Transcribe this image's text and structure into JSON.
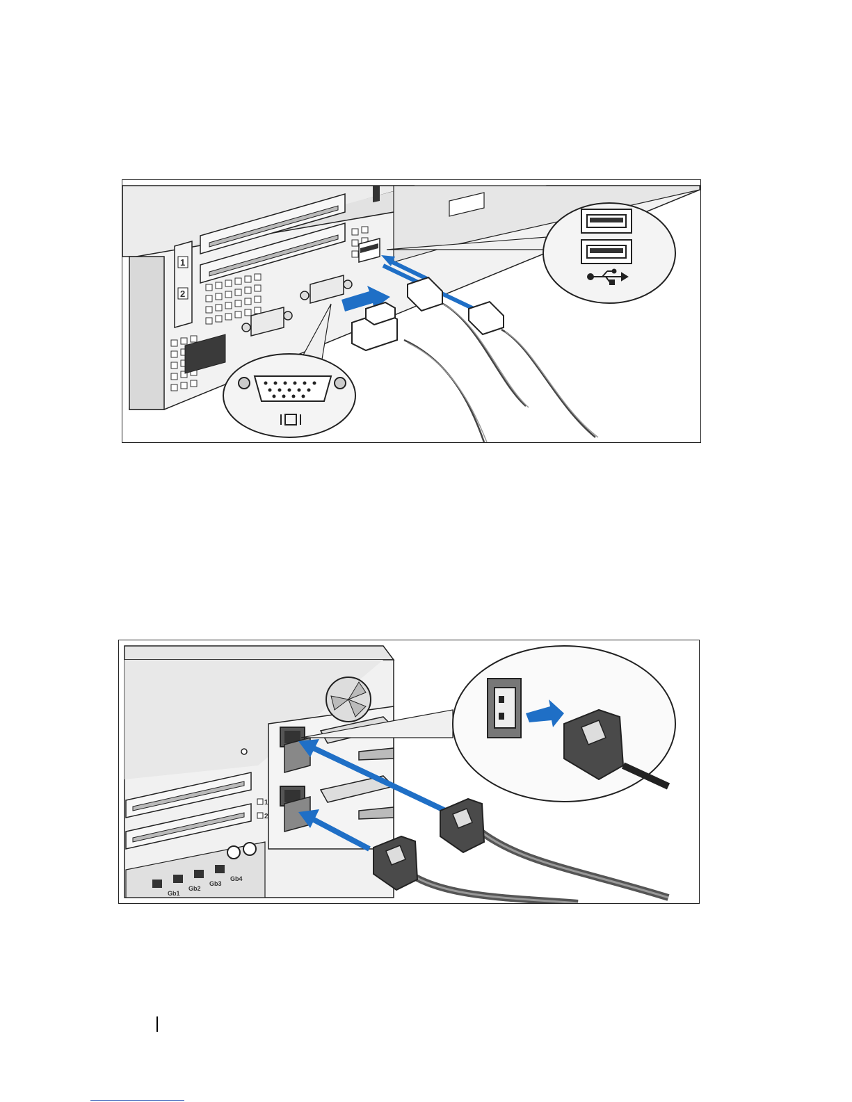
{
  "figures": [
    {
      "slot_labels": [
        "1",
        "2"
      ]
    },
    {
      "psu_labels": [
        "1",
        "2"
      ],
      "nic_labels": [
        "Gb1",
        "Gb2",
        "Gb3",
        "Gb4"
      ]
    }
  ],
  "colors": {
    "arrow_blue": "#1f6fc6",
    "chassis_gray": "#e8e8e8",
    "outline": "#222222",
    "cable_dark": "#444444"
  },
  "icons": [
    "usb-icon",
    "vga-icon"
  ]
}
